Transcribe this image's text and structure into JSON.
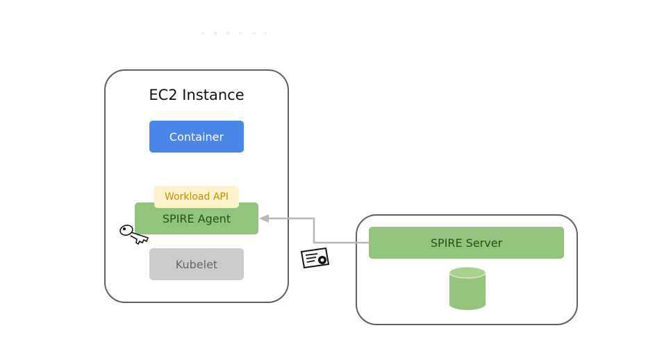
{
  "ec2": {
    "title": "EC2 Instance"
  },
  "boxes": {
    "container": "Container",
    "workload_api": "Workload API",
    "spire_agent": "SPIRE Agent",
    "kubelet": "Kubelet",
    "spire_server": "SPIRE Server"
  },
  "colors": {
    "container": "#4a86e8",
    "workload_api_bg": "#fff2cc",
    "workload_api_text": "#bf9000",
    "spire_green": "#93c47d",
    "spire_text": "#274e13",
    "kubelet": "#cccccc",
    "kubelet_text": "#666666",
    "arrow": "#b7b7b7",
    "frame": "#5f5f5f"
  },
  "icons": [
    "key-icon",
    "certificate-icon",
    "database-icon"
  ]
}
